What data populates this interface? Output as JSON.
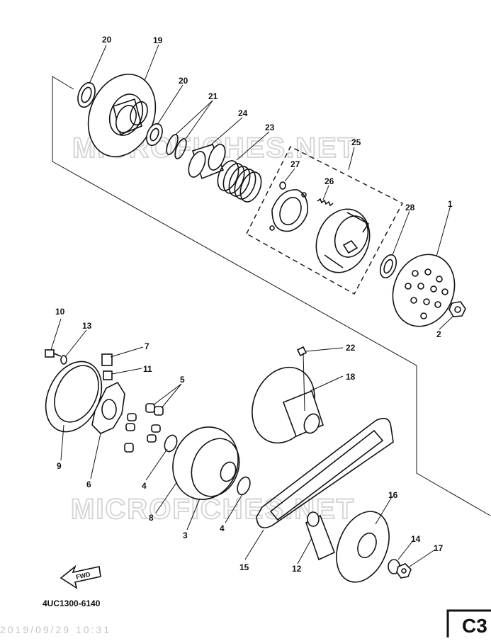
{
  "watermark": "MICROFICHES.NET",
  "figure_code": "4UC1300-6140",
  "corner_tag": "C3",
  "fwd_label": "FWD",
  "footer_faint": "2019/09/29 10:31",
  "part_labels": [
    {
      "id": "20a",
      "text": "20"
    },
    {
      "id": "19",
      "text": "19"
    },
    {
      "id": "20b",
      "text": "20"
    },
    {
      "id": "21",
      "text": "21"
    },
    {
      "id": "24",
      "text": "24"
    },
    {
      "id": "23",
      "text": "23"
    },
    {
      "id": "25",
      "text": "25"
    },
    {
      "id": "27",
      "text": "27"
    },
    {
      "id": "26",
      "text": "26"
    },
    {
      "id": "28",
      "text": "28"
    },
    {
      "id": "1",
      "text": "1"
    },
    {
      "id": "2",
      "text": "2"
    },
    {
      "id": "10",
      "text": "10"
    },
    {
      "id": "13",
      "text": "13"
    },
    {
      "id": "7",
      "text": "7"
    },
    {
      "id": "11",
      "text": "11"
    },
    {
      "id": "5",
      "text": "5"
    },
    {
      "id": "22",
      "text": "22"
    },
    {
      "id": "18",
      "text": "18"
    },
    {
      "id": "9",
      "text": "9"
    },
    {
      "id": "6",
      "text": "6"
    },
    {
      "id": "4a",
      "text": "4"
    },
    {
      "id": "8",
      "text": "8"
    },
    {
      "id": "3",
      "text": "3"
    },
    {
      "id": "4b",
      "text": "4"
    },
    {
      "id": "16",
      "text": "16"
    },
    {
      "id": "14",
      "text": "14"
    },
    {
      "id": "17",
      "text": "17"
    },
    {
      "id": "15",
      "text": "15"
    },
    {
      "id": "12",
      "text": "12"
    }
  ]
}
